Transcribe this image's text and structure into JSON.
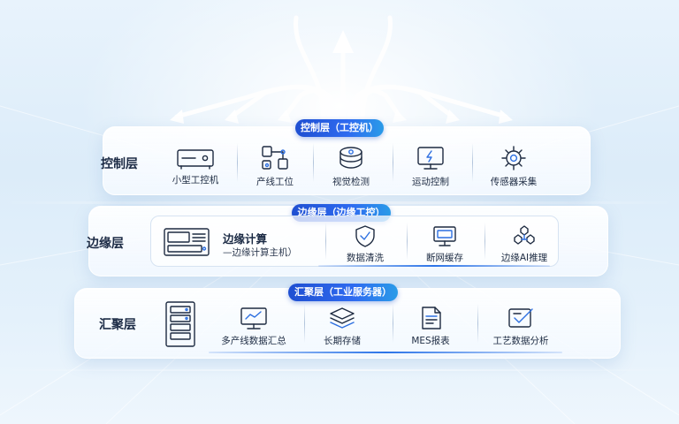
{
  "layers": {
    "control": {
      "label": "控制层",
      "badge": "控制层（工控机）",
      "items": [
        {
          "label": "小型工控机",
          "icon": "mini-ipc-icon"
        },
        {
          "label": "产线工位",
          "icon": "workstation-icon"
        },
        {
          "label": "视觉检测",
          "icon": "vision-inspection-icon"
        },
        {
          "label": "运动控制",
          "icon": "motion-control-icon"
        },
        {
          "label": "传感器采集",
          "icon": "sensor-gear-icon"
        }
      ]
    },
    "edge": {
      "label": "边缘层",
      "badge": "边缘层（边缘工控）",
      "compute_title": "边缘计算",
      "compute_sub": "—边缘计算主机）",
      "items": [
        {
          "label": "数据清洗",
          "icon": "shield-check-icon"
        },
        {
          "label": "断网缓存",
          "icon": "monitor-icon"
        },
        {
          "label": "边缘AI推理",
          "icon": "ai-cube-icon"
        }
      ]
    },
    "aggregate": {
      "label": "汇聚层",
      "badge": "汇聚层（工业服务器）",
      "items": [
        {
          "label": "多产线数据汇总",
          "icon": "data-monitor-icon"
        },
        {
          "label": "长期存储",
          "icon": "storage-stack-icon"
        },
        {
          "label": "MES报表",
          "icon": "report-doc-icon"
        },
        {
          "label": "工艺数据分析",
          "icon": "analysis-check-icon"
        }
      ]
    }
  },
  "colors": {
    "accent": "#2c6ef0",
    "text": "#1b2a44",
    "arrow": "#ffffff"
  }
}
